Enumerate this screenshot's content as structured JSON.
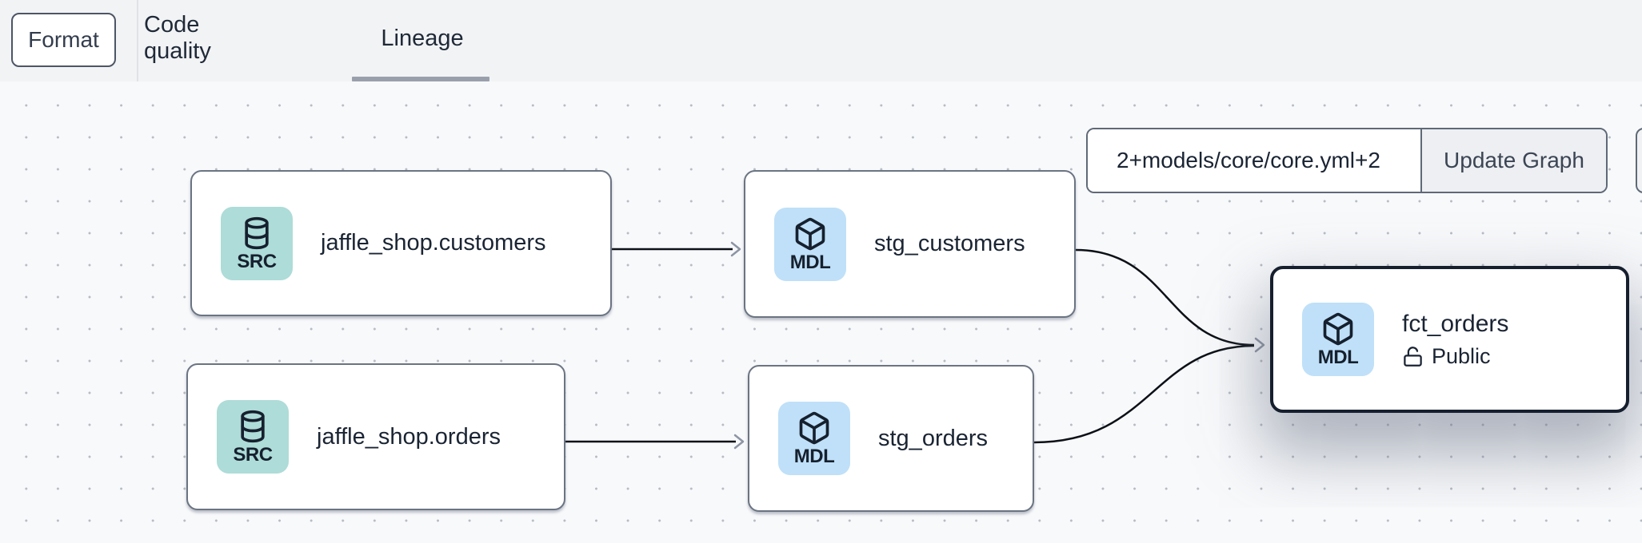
{
  "toolbar": {
    "format_label": "Format",
    "tabs": [
      {
        "label": "Code quality",
        "active": false
      },
      {
        "label": "Lineage",
        "active": true
      }
    ]
  },
  "filter_bar": {
    "input_value": "2+models/core/core.yml+2",
    "update_button_label": "Update Graph"
  },
  "nodes": [
    {
      "id": "jaffle_shop.customers",
      "label": "jaffle_shop.customers",
      "badge": "SRC",
      "badge_icon": "database-icon",
      "badge_color": "#aedcd8",
      "selected": false
    },
    {
      "id": "stg_customers",
      "label": "stg_customers",
      "badge": "MDL",
      "badge_icon": "box-icon",
      "badge_color": "#bfe0f8",
      "selected": false
    },
    {
      "id": "jaffle_shop.orders",
      "label": "jaffle_shop.orders",
      "badge": "SRC",
      "badge_icon": "database-icon",
      "badge_color": "#aedcd8",
      "selected": false
    },
    {
      "id": "stg_orders",
      "label": "stg_orders",
      "badge": "MDL",
      "badge_icon": "box-icon",
      "badge_color": "#bfe0f8",
      "selected": false
    },
    {
      "id": "fct_orders",
      "label": "fct_orders",
      "badge": "MDL",
      "badge_icon": "box-icon",
      "badge_color": "#bfe0f8",
      "access": "Public",
      "access_icon": "unlock-icon",
      "selected": true
    }
  ],
  "edges": [
    {
      "from": "jaffle_shop.customers",
      "to": "stg_customers"
    },
    {
      "from": "jaffle_shop.orders",
      "to": "stg_orders"
    },
    {
      "from": "stg_customers",
      "to": "fct_orders"
    },
    {
      "from": "stg_orders",
      "to": "fct_orders"
    }
  ],
  "colors": {
    "topbar_bg": "#f2f3f5",
    "canvas_bg": "#f8f9fb",
    "grid_dot": "#b6bbc4",
    "node_border": "#6b7482",
    "selected_border": "#161f2e",
    "badge_src": "#aedcd8",
    "badge_mdl": "#bfe0f8",
    "edge": "#0d1117",
    "arrowhead": "#8d95a3",
    "text": "#1a2433"
  }
}
